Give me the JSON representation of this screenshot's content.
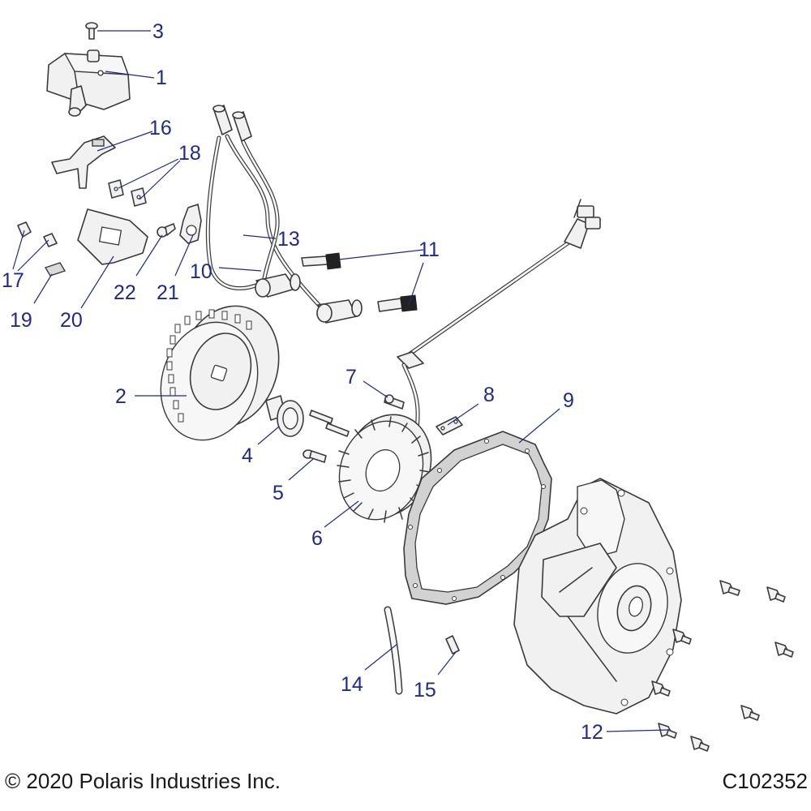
{
  "footer": {
    "copyright": "© 2020 Polaris Industries Inc.",
    "figure_id": "C102352"
  },
  "callouts": [
    {
      "id": "3",
      "label": "3"
    },
    {
      "id": "1",
      "label": "1"
    },
    {
      "id": "16",
      "label": "16"
    },
    {
      "id": "18",
      "label": "18"
    },
    {
      "id": "17",
      "label": "17"
    },
    {
      "id": "19",
      "label": "19"
    },
    {
      "id": "20",
      "label": "20"
    },
    {
      "id": "22",
      "label": "22"
    },
    {
      "id": "21",
      "label": "21"
    },
    {
      "id": "13",
      "label": "13"
    },
    {
      "id": "10",
      "label": "10"
    },
    {
      "id": "11",
      "label": "11"
    },
    {
      "id": "2",
      "label": "2"
    },
    {
      "id": "7",
      "label": "7"
    },
    {
      "id": "8",
      "label": "8"
    },
    {
      "id": "9",
      "label": "9"
    },
    {
      "id": "4",
      "label": "4"
    },
    {
      "id": "5",
      "label": "5"
    },
    {
      "id": "6",
      "label": "6"
    },
    {
      "id": "14",
      "label": "14"
    },
    {
      "id": "15",
      "label": "15"
    },
    {
      "id": "12",
      "label": "12"
    }
  ],
  "colors": {
    "callout": "#1f2a8a",
    "part_fill": "#f1f1f1",
    "outline": "#3a3a3a"
  }
}
